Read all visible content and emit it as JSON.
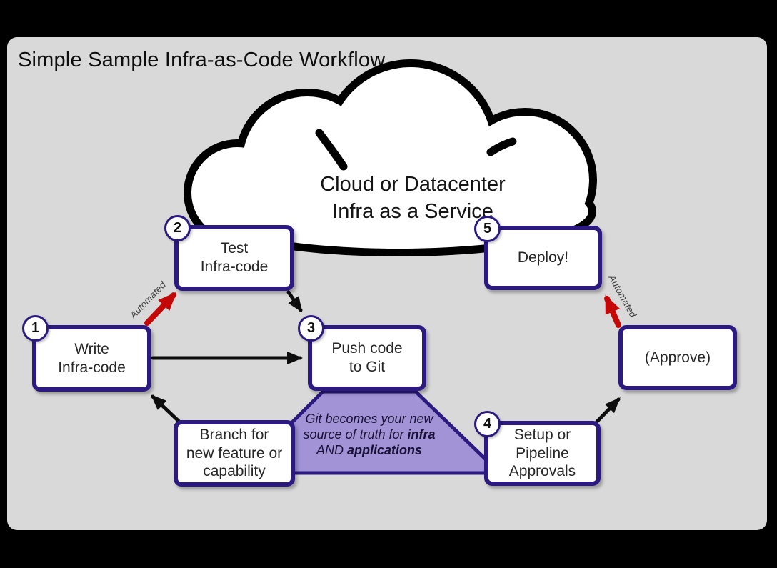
{
  "title": "Simple Sample Infra-as-Code Workflow",
  "cloud": {
    "label": "Cloud or Datacenter\nInfra as a Service"
  },
  "boxes": {
    "write": {
      "badge": "1",
      "label": "Write\nInfra-code"
    },
    "test": {
      "badge": "2",
      "label": "Test\nInfra-code"
    },
    "push": {
      "badge": "3",
      "label": "Push code\nto Git"
    },
    "setup": {
      "badge": "4",
      "label": "Setup or\nPipeline\nApprovals"
    },
    "deploy": {
      "badge": "5",
      "label": "Deploy!"
    },
    "approve": {
      "label": "(Approve)"
    },
    "branch": {
      "label": "Branch for\nnew feature or\ncapability"
    }
  },
  "trapezoid": {
    "line1": "Git becomes your new",
    "line2_pre": "source of truth for ",
    "line2_bold": "infra",
    "line3_pre": "AND ",
    "line3_bold": "applications"
  },
  "arrow_labels": {
    "left": "Automated",
    "right": "Automated"
  },
  "colors": {
    "accent_purple": "#2c1a80",
    "trapezoid_fill": "#a193d6",
    "arrow_red": "#c40707",
    "slide_bg": "#d9d9d9",
    "canvas_bg": "#000000"
  }
}
